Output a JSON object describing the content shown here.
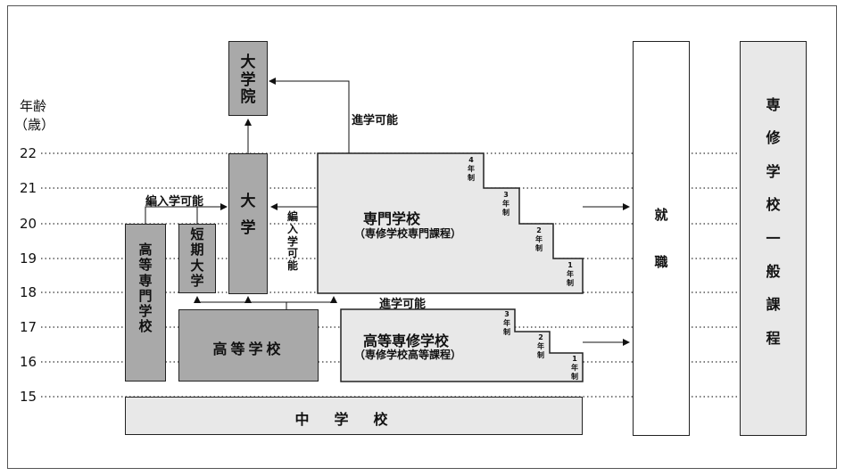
{
  "axis": {
    "title_line1": "年齢",
    "title_line2": "（歳）",
    "ages": [
      "22",
      "21",
      "20",
      "19",
      "18",
      "17",
      "16",
      "15"
    ]
  },
  "boxes": {
    "graduate_school": "大学院",
    "university": "大学",
    "junior_college": "短期大学",
    "technical_college": "高等専門学校",
    "high_school": "高等学校",
    "junior_high": "中学校",
    "vocational_school": "専門学校",
    "vocational_school_sub": "（専修学校専門課程）",
    "upper_secondary_special": "高等専修学校",
    "upper_secondary_special_sub": "（専修学校高等課程）",
    "employment": "就職",
    "general_course": "専修学校一般課程"
  },
  "labels": {
    "transfer_admission": "編入学可能",
    "advance_possible_top": "進学可能",
    "advance_possible_mid": "進学可能",
    "transfer_admission_vertical": "編入学可能"
  },
  "vocational_years": [
    "4年制",
    "3年制",
    "2年制",
    "1年制"
  ],
  "upper_special_years": [
    "3年制",
    "2年制",
    "1年制"
  ]
}
